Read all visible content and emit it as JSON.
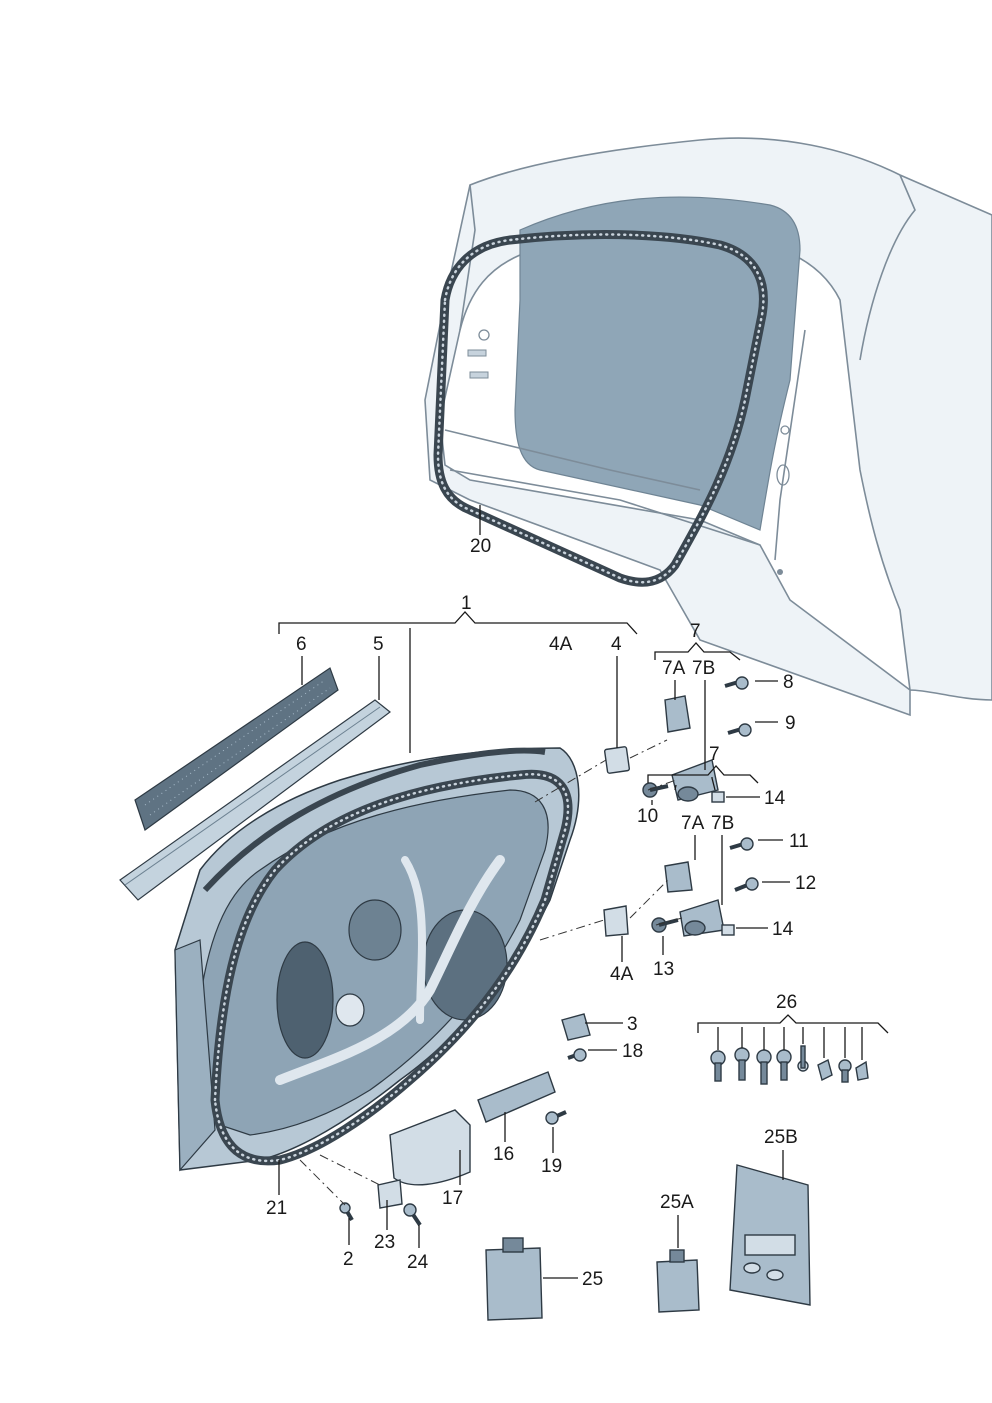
{
  "callouts": {
    "c1": "1",
    "c2": "2",
    "c3": "3",
    "c4": "4",
    "c4A_top": "4A",
    "c4A_bottom": "4A",
    "c5": "5",
    "c6": "6",
    "c7_top": "7",
    "c7_bottom": "7",
    "c7A_top": "7A",
    "c7B_top": "7B",
    "c7A_bottom": "7A",
    "c7B_bottom": "7B",
    "c8": "8",
    "c9": "9",
    "c10": "10",
    "c11": "11",
    "c12": "12",
    "c13": "13",
    "c14_top": "14",
    "c14_bottom": "14",
    "c16": "16",
    "c17": "17",
    "c18": "18",
    "c19": "19",
    "c20": "20",
    "c21": "21",
    "c23": "23",
    "c24": "24",
    "c25": "25",
    "c25A": "25A",
    "c25B": "25B",
    "c26": "26"
  },
  "colors": {
    "line": "#1a1a1a",
    "part_fill": "#a9bccb",
    "part_dark": "#75899a",
    "part_light": "#d2dde6",
    "seal": "#3a4650",
    "body_panel": "#eef3f7",
    "glass": "#8fa6b7"
  }
}
